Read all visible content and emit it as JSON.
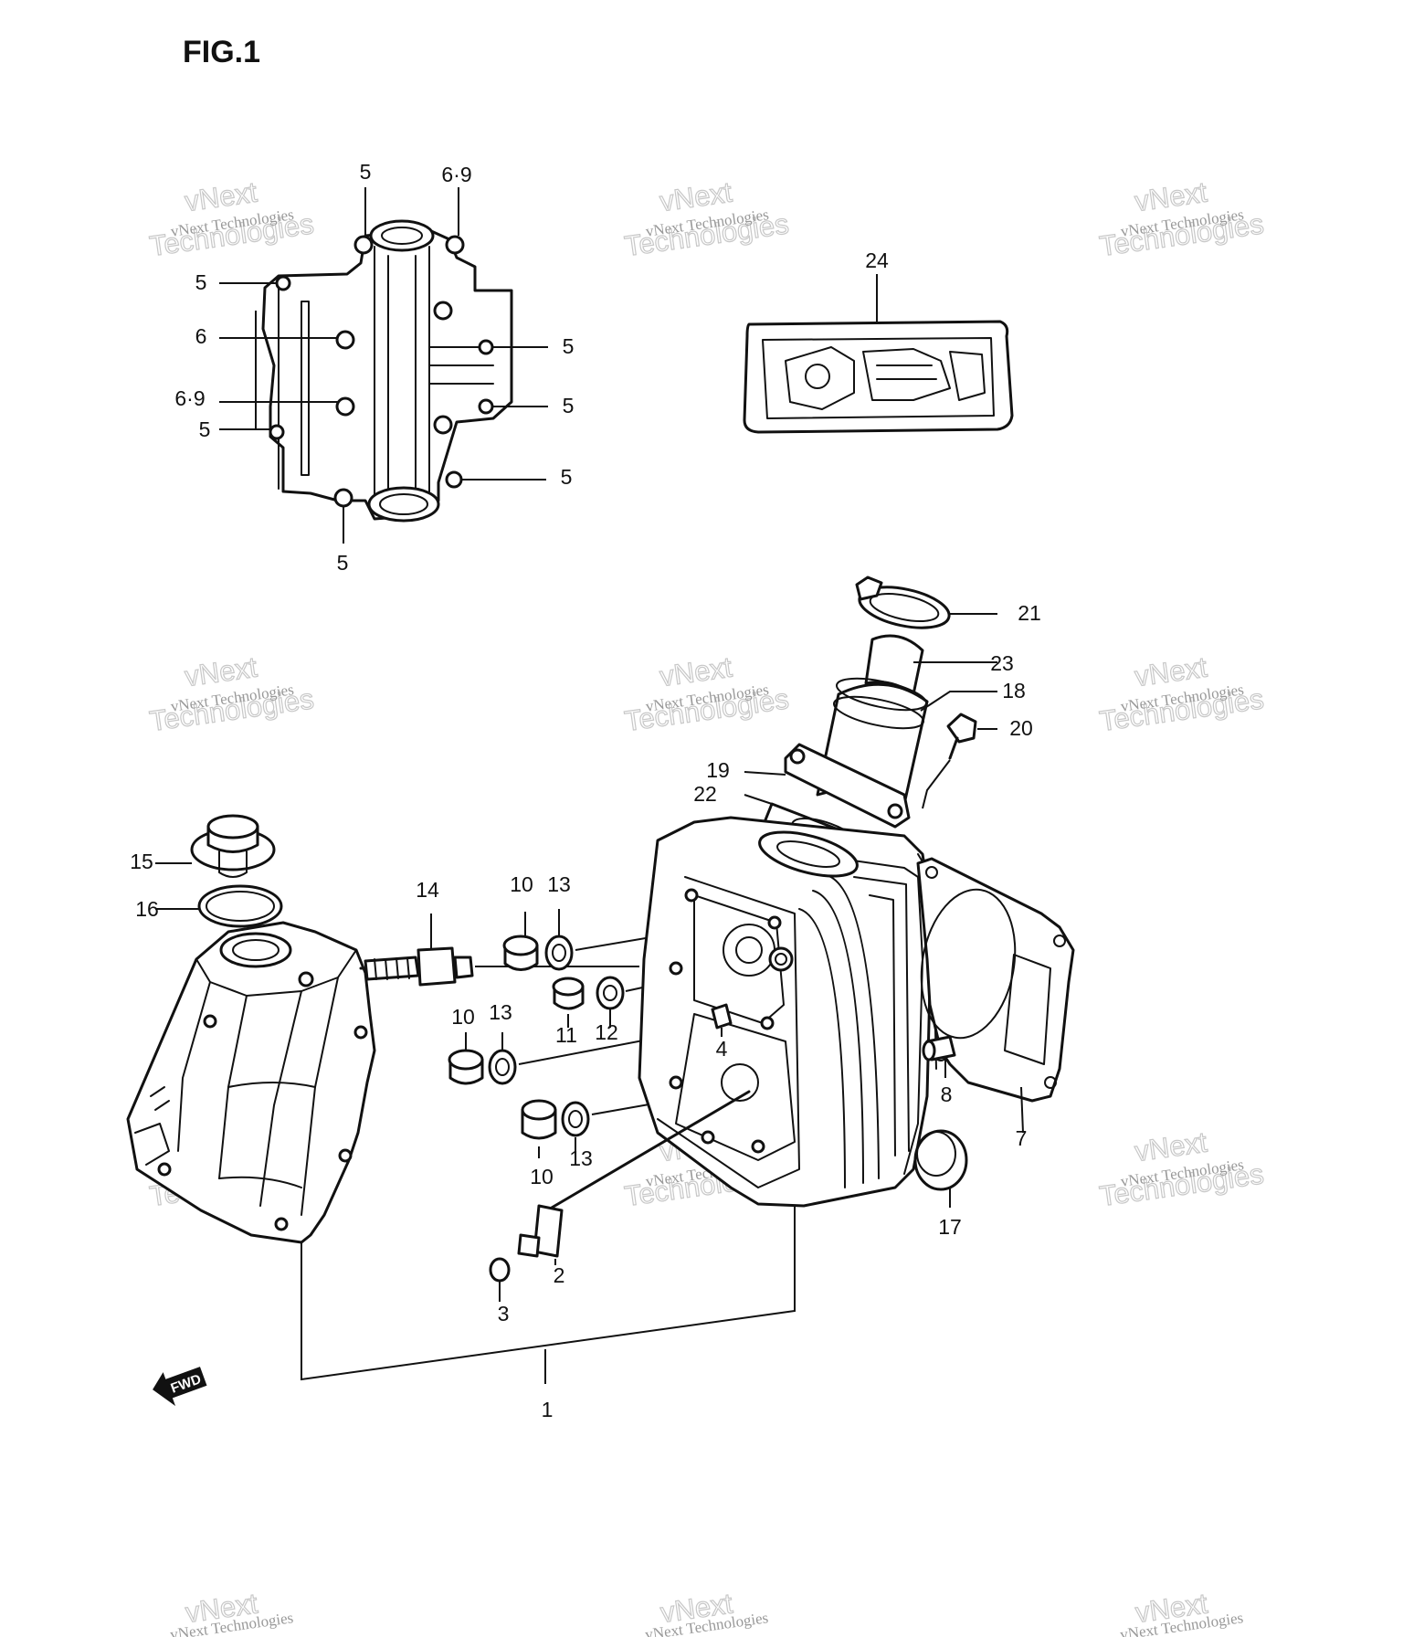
{
  "figure": {
    "title": "FIG.1"
  },
  "watermark": {
    "line1": "vNext Technologies",
    "line2": "vNext",
    "line3": "Technologies"
  },
  "fwd_label": "FWD",
  "callouts": {
    "c5_top": "5",
    "c69_top": "6·9",
    "c5_left_a": "5",
    "c6_left": "6",
    "c69_left": "6·9",
    "c5_left_b": "5",
    "c5_right_a": "5",
    "c5_right_b": "5",
    "c5_right_c": "5",
    "c5_bottom": "5",
    "c24": "24",
    "c21": "21",
    "c23": "23",
    "c18": "18",
    "c20": "20",
    "c19": "19",
    "c22": "22",
    "c15": "15",
    "c16": "16",
    "c14": "14",
    "c10_a": "10",
    "c13_a": "13",
    "c11": "11",
    "c12": "12",
    "c10_b": "10",
    "c13_b": "13",
    "c4": "4",
    "c10_c": "10",
    "c13_c": "13",
    "c8": "8",
    "c7": "7",
    "c17": "17",
    "c2": "2",
    "c3": "3",
    "c1": "1"
  }
}
